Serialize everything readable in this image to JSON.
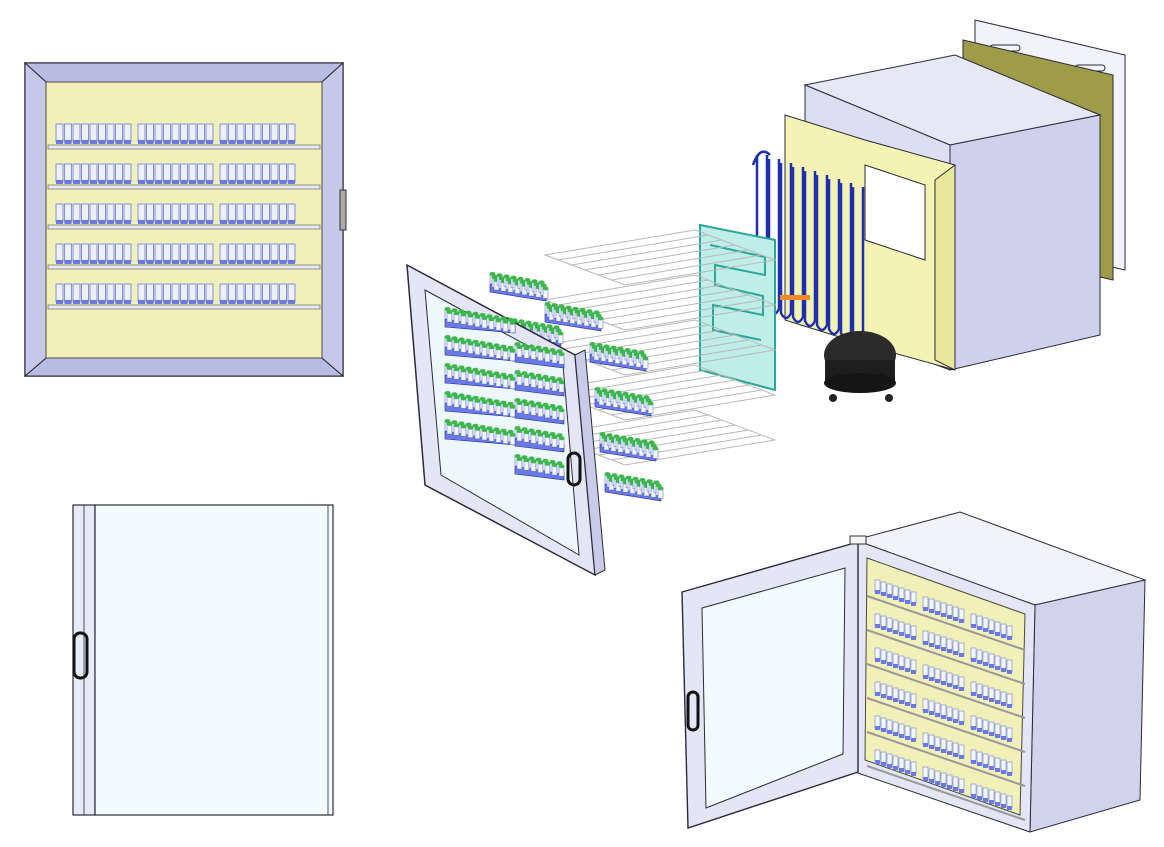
{
  "views": [
    {
      "name": "front-view",
      "shelf_count": 5,
      "bottle_groups_per_shelf": 3
    },
    {
      "name": "side-view",
      "handle": "door-handle"
    },
    {
      "name": "exploded-view",
      "components": [
        "door",
        "bottle-racks",
        "wire-shelves",
        "evaporator-plate",
        "condenser-coil",
        "compressor",
        "inner-liner",
        "cabinet-shell",
        "back-panel",
        "back-cover"
      ]
    },
    {
      "name": "isometric-open-view",
      "shelf_count": 6
    }
  ],
  "colors": {
    "frame": "#c9cbe8",
    "frame_stroke": "#3a3a4a",
    "liner": "#f1f0b8",
    "bottle_cap": "#3cb84a",
    "bottle_body": "#6a79e6",
    "glass": "#f2fbfd",
    "coil": "#1f2fb0",
    "evaporator": "#7fd7cc",
    "compressor": "#2a2a2a",
    "back_panel": "#9e9c48"
  }
}
